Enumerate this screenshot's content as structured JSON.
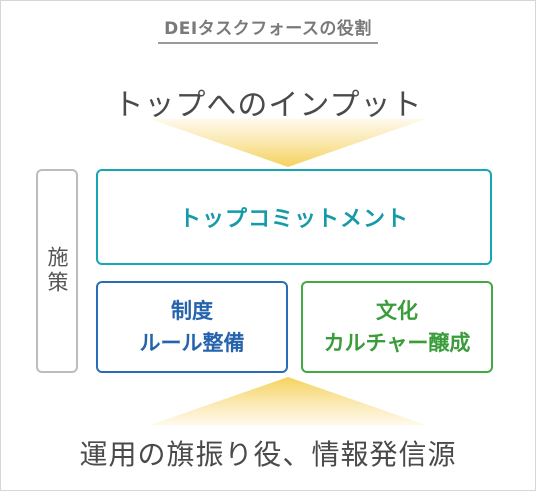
{
  "heading": "DEIタスクフォースの役割",
  "top_input": "トップへのインプット",
  "side_label": "施策",
  "boxes": {
    "commitment": "トップコミットメント",
    "rules": {
      "line1": "制度",
      "line2": "ルール整備"
    },
    "culture": {
      "line1": "文化",
      "line2": "カルチャー醸成"
    }
  },
  "bottom_text": "運用の旗振り役、情報発信源",
  "colors": {
    "heading_gray": "#7a7a7a",
    "commitment_teal": "#17a6b4",
    "rules_blue": "#2a6db4",
    "culture_green": "#44a844",
    "arrow_yellow": "#f7d877"
  }
}
